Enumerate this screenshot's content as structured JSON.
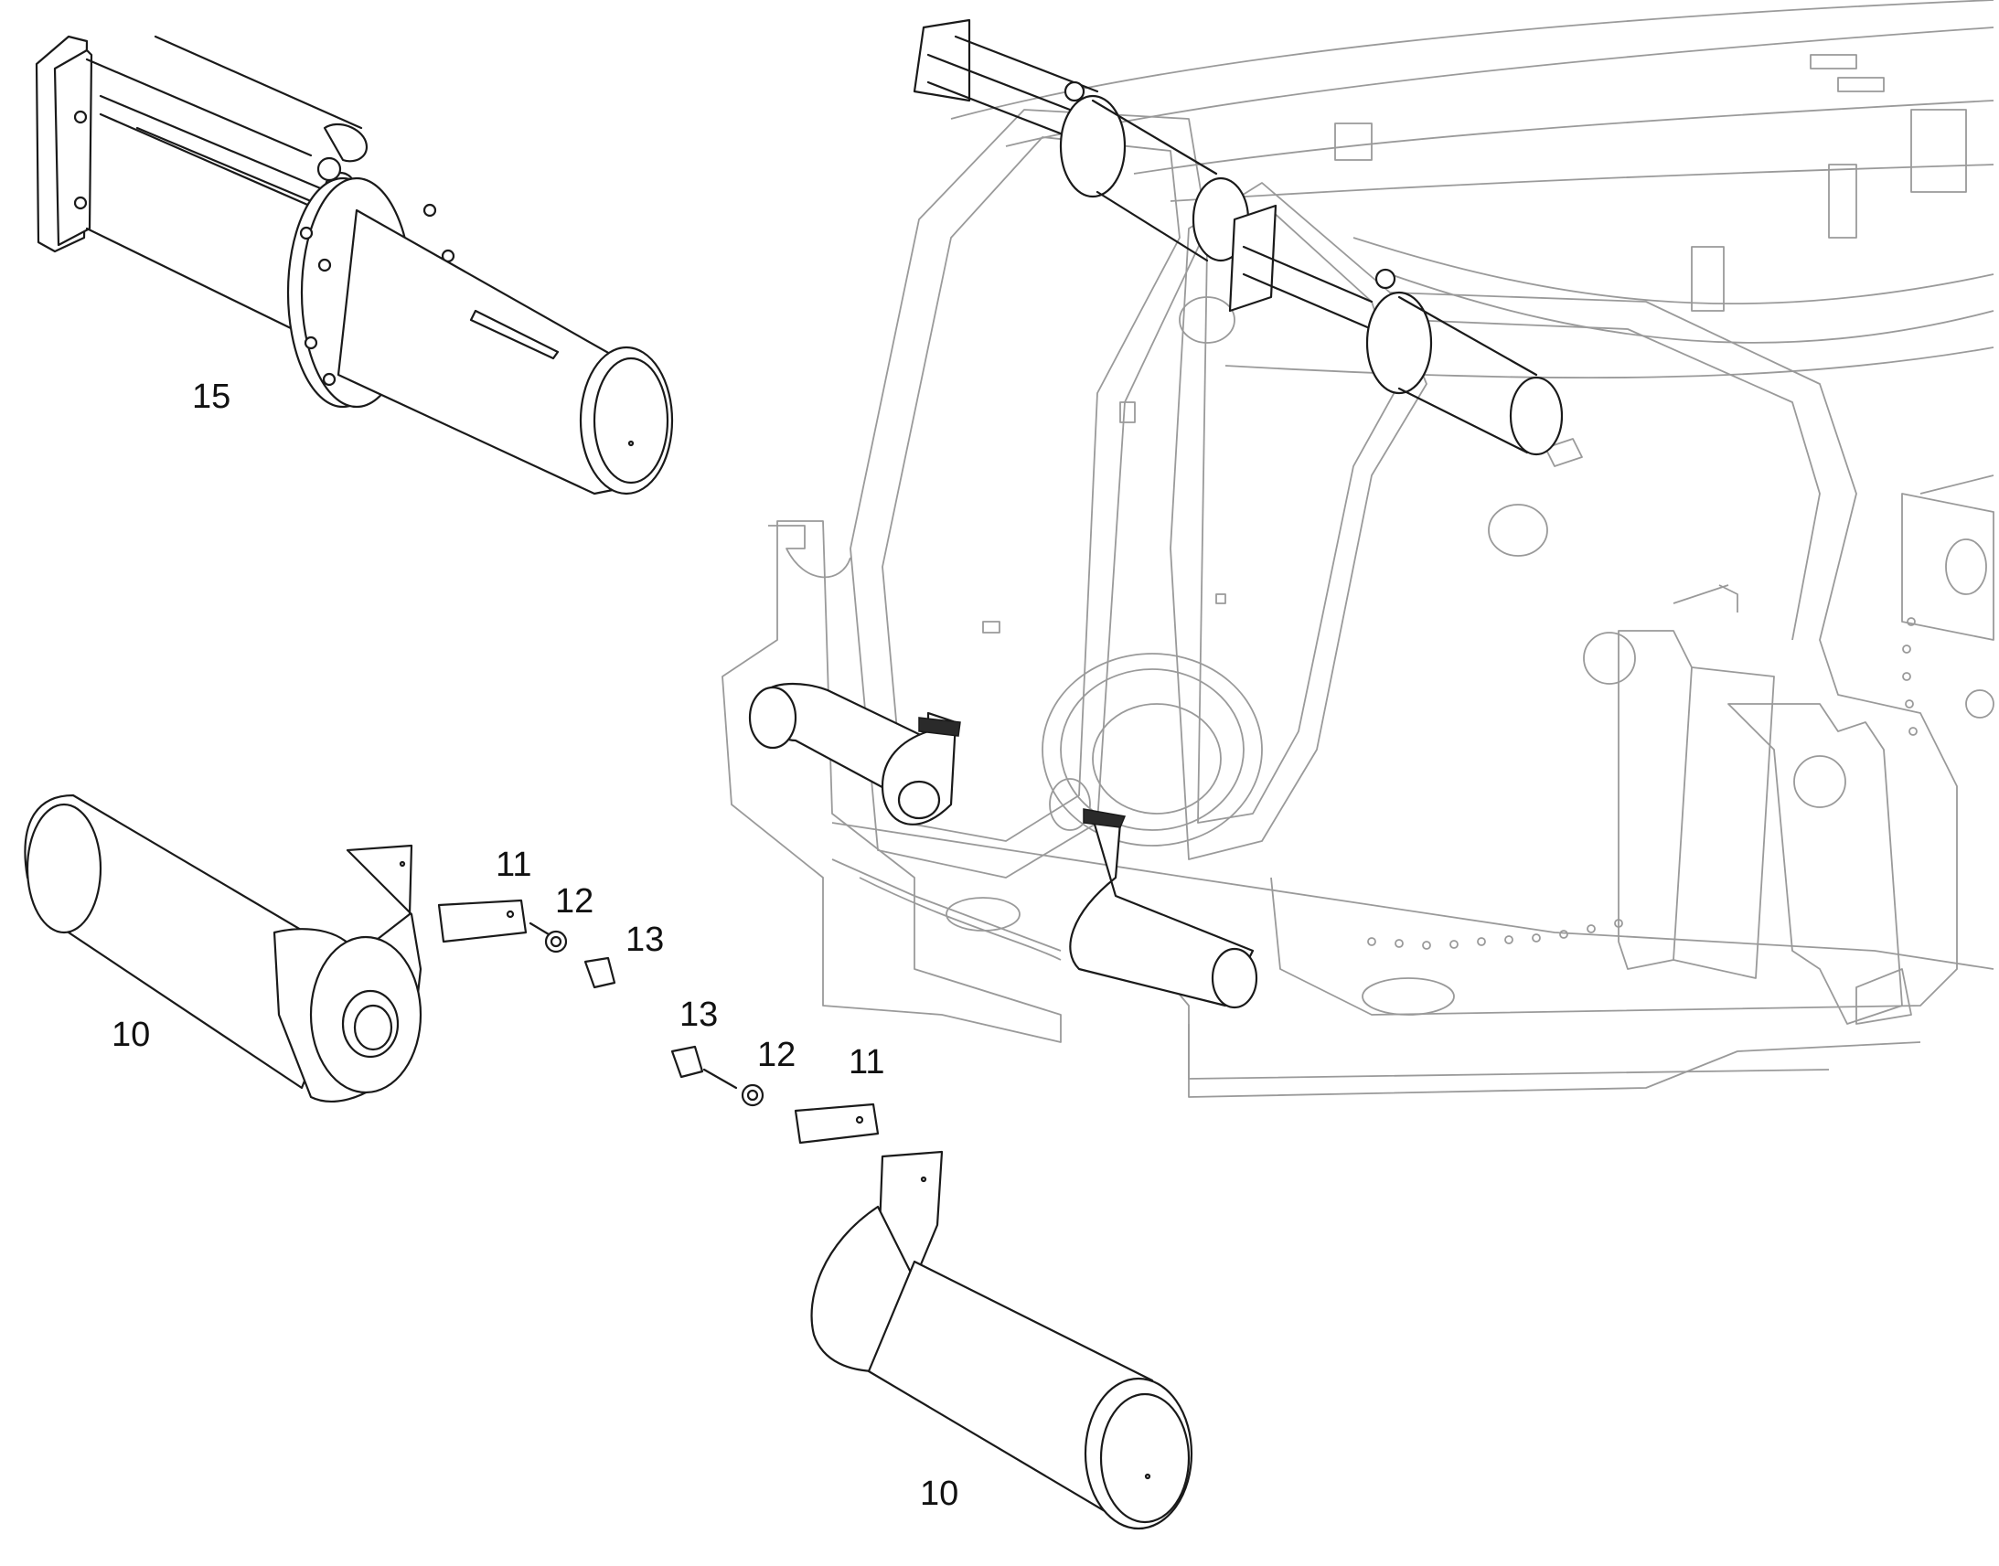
{
  "diagram": {
    "callouts": [
      {
        "id": "c15",
        "label": "15"
      },
      {
        "id": "c10a",
        "label": "10"
      },
      {
        "id": "c11a",
        "label": "11"
      },
      {
        "id": "c12a",
        "label": "12"
      },
      {
        "id": "c13a",
        "label": "13"
      },
      {
        "id": "c13b",
        "label": "13"
      },
      {
        "id": "c12b",
        "label": "12"
      },
      {
        "id": "c11b",
        "label": "11"
      },
      {
        "id": "c10b",
        "label": "10"
      }
    ],
    "colors": {
      "line": "#1a1a1a",
      "frame_line": "#9a9a9a",
      "background": "#ffffff"
    }
  }
}
